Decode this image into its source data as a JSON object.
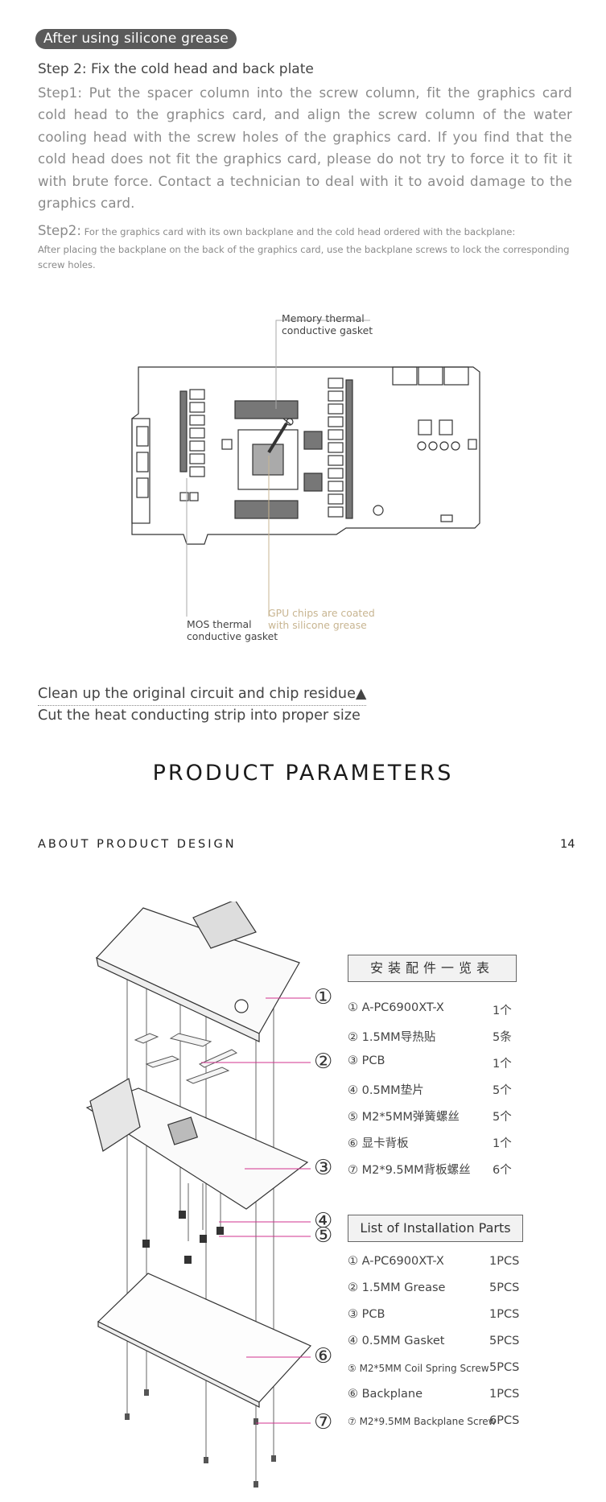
{
  "header": {
    "badge": "After using silicone grease",
    "step2_title": "Step 2: Fix the cold head and back plate",
    "step1_text": "Step1: Put the spacer column into the screw column, fit the graphics card cold head to the graphics card, and align the screw column of the water cooling head with the screw holes of the graphics card. If you find that the cold head does not fit the graphics card, please do not try to force it to fit it with brute force. Contact a technician to deal with it to avoid damage to the graphics card.",
    "step2_lead": "Step2:",
    "step2_text": " For the graphics card with its own backplane and the cold head ordered with the backplane:",
    "step2_cont": "After placing the backplane on the back of the graphics card, use the backplane screws to lock the corresponding screw holes."
  },
  "diagram": {
    "memory_label_1": "Memory thermal",
    "memory_label_2": "conductive gasket",
    "gpu_label_1": "GPU chips are coated",
    "gpu_label_2": "with silicone grease",
    "mos_label_1": "MOS thermal",
    "mos_label_2": "conductive gasket"
  },
  "notes": {
    "clean": "Clean up the original circuit and chip residue",
    "cut": "Cut the heat conducting strip into proper size"
  },
  "section": {
    "title": "PRODUCT PARAMETERS",
    "about": "ABOUT PRODUCT DESIGN",
    "page": "14"
  },
  "explode_numbers": [
    "①",
    "②",
    "③",
    "④",
    "⑤",
    "⑥",
    "⑦"
  ],
  "parts_cn": {
    "title": "安装配件一览表",
    "items": [
      {
        "name": "① A-PC6900XT-X",
        "qty": "1个"
      },
      {
        "name": "② 1.5MM导热贴",
        "qty": "5条"
      },
      {
        "name": "③ PCB",
        "qty": "1个"
      },
      {
        "name": "④ 0.5MM垫片",
        "qty": "5个"
      },
      {
        "name": "⑤ M2*5MM弹簧螺丝",
        "qty": "5个"
      },
      {
        "name": "⑥ 显卡背板",
        "qty": "1个"
      },
      {
        "name": "⑦ M2*9.5MM背板螺丝",
        "qty": "6个"
      }
    ]
  },
  "parts_en": {
    "title": "List of Installation Parts",
    "items": [
      {
        "name": "① A-PC6900XT-X",
        "qty": "1PCS"
      },
      {
        "name": "② 1.5MM Grease",
        "qty": "5PCS"
      },
      {
        "name": "③ PCB",
        "qty": "1PCS"
      },
      {
        "name": "④ 0.5MM Gasket",
        "qty": "5PCS"
      },
      {
        "name": "⑤ M2*5MM Coil Spring Screw",
        "qty": "5PCS"
      },
      {
        "name": "⑥ Backplane",
        "qty": "1PCS"
      },
      {
        "name": "⑦ M2*9.5MM Backplane Screw",
        "qty": "6PCS"
      }
    ]
  },
  "colors": {
    "badge_bg": "#5a5a5a",
    "body_text": "#8a8a8a",
    "gold": "#c8b591",
    "pink": "#d1338f"
  }
}
